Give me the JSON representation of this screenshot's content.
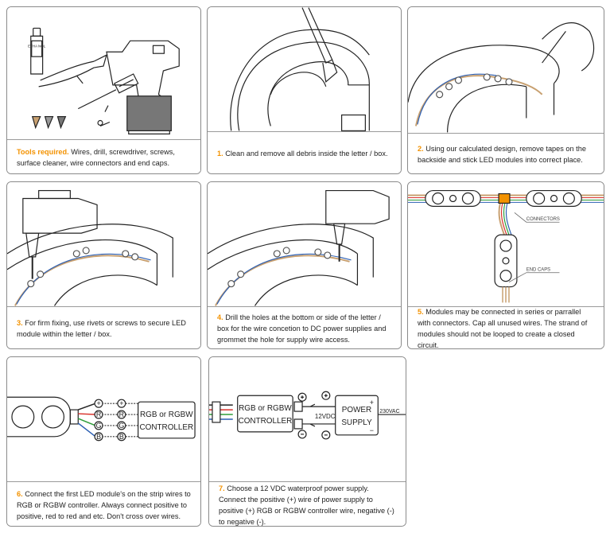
{
  "steps": [
    {
      "num": "",
      "title": "Tools required.",
      "text": " Wires, drill, screwdriver, screws, surface cleaner, wire connectors and end caps."
    },
    {
      "num": "1.",
      "title": "",
      "text": " Clean and remove all debris inside the letter / box."
    },
    {
      "num": "2.",
      "title": "",
      "text": " Using our calculated design, remove tapes on the backside and stick LED modules into correct place."
    },
    {
      "num": "3.",
      "title": "",
      "text": " For firm fixing, use rivets or screws to secure LED module within the letter / box."
    },
    {
      "num": "4.",
      "title": "",
      "text": " Drill the holes at the bottom or side of the letter / box for the wire concetion to DC power supplies and grommet the hole for supply wire access."
    },
    {
      "num": "5.",
      "title": "",
      "text": " Modules may be connected in series or parrallel with connectors. Cap all unused wires. The strand of modules should not be looped to create a closed circuit."
    },
    {
      "num": "6.",
      "title": "",
      "text": " Connect the first LED module's on the strip wires to RGB or RGBW controller. Always connect positive to positive, red to red and etc. Don't cross over wires."
    },
    {
      "num": "7.",
      "title": "",
      "text": " Choose a 12 VDC waterproof power supply. Connect the positive (+) wire of power supply to positive (+) RGB or RGBW controller wire, negative (-) to negative (-)."
    }
  ],
  "labels": {
    "bottle": "ETHA NOL",
    "connectors": "CONNECTORS",
    "end_caps": "END CAPS",
    "pin_plus": "+",
    "pin_r": "R",
    "pin_g": "G",
    "pin_b": "B",
    "controller_line1": "RGB or RGBW",
    "controller_line2": "CONTROLLER",
    "power_line1": "POWER",
    "power_line2": "SUPPLY",
    "vdc": "12VDC",
    "vac": "230VAC",
    "plus": "+",
    "minus": "−"
  },
  "colors": {
    "accent": "#f39200",
    "border": "#8a8a8a",
    "red": "#d9312b",
    "green": "#2e9d3a",
    "blue": "#2c5fb3",
    "brown": "#c8a070"
  }
}
